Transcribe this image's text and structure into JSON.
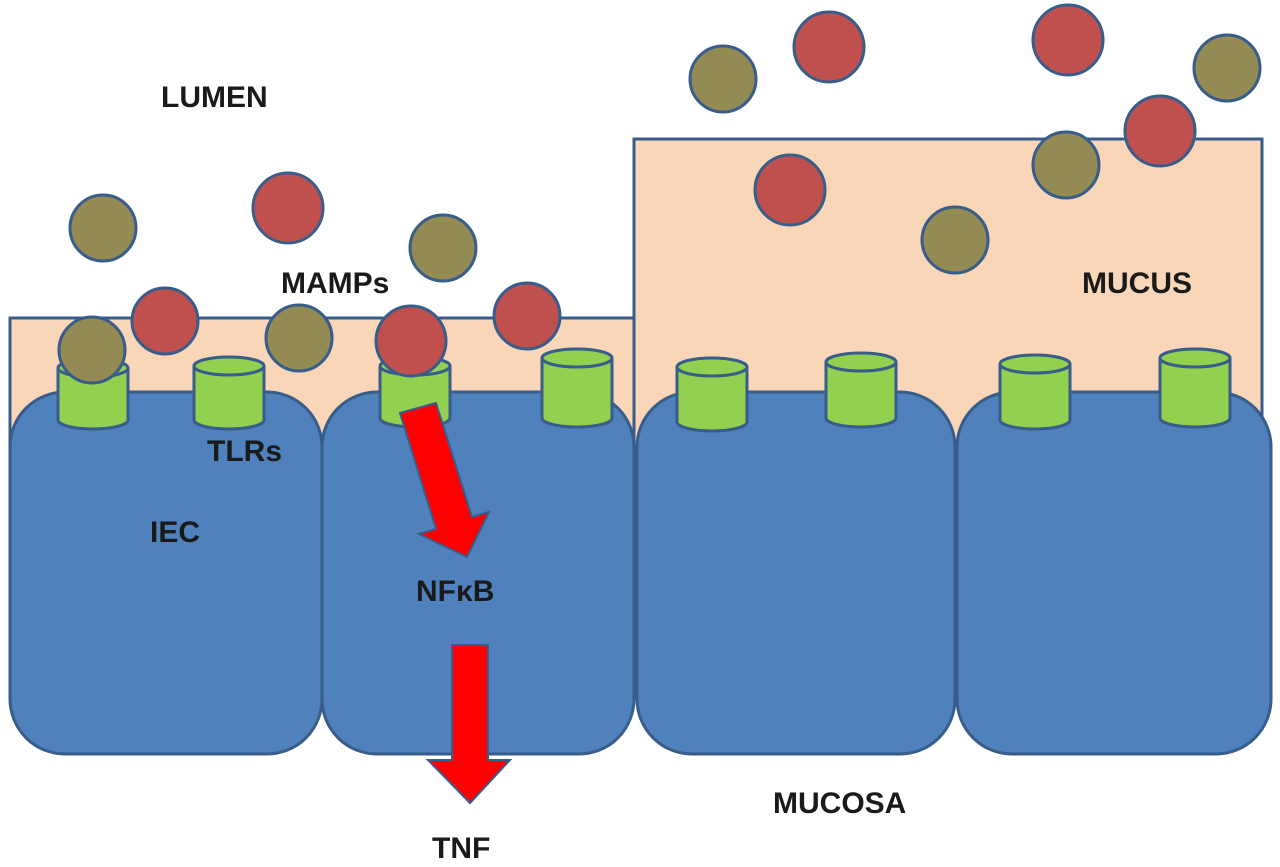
{
  "labels": {
    "lumen": "LUMEN",
    "mamps": "MAMPs",
    "mucus": "MUCUS",
    "tlrs": "TLRs",
    "iec": "IEC",
    "nfkb": "NFκB",
    "tnf": "TNF",
    "mucosa": "MUCOSA"
  },
  "colors": {
    "cell_fill": "#4f81bd",
    "cell_stroke": "#385d8a",
    "mucus_fill": "#fad6b8",
    "receptor_fill": "#92d050",
    "particle_red": "#c0504d",
    "particle_olive": "#948a54",
    "arrow_red": "#ff0000"
  }
}
